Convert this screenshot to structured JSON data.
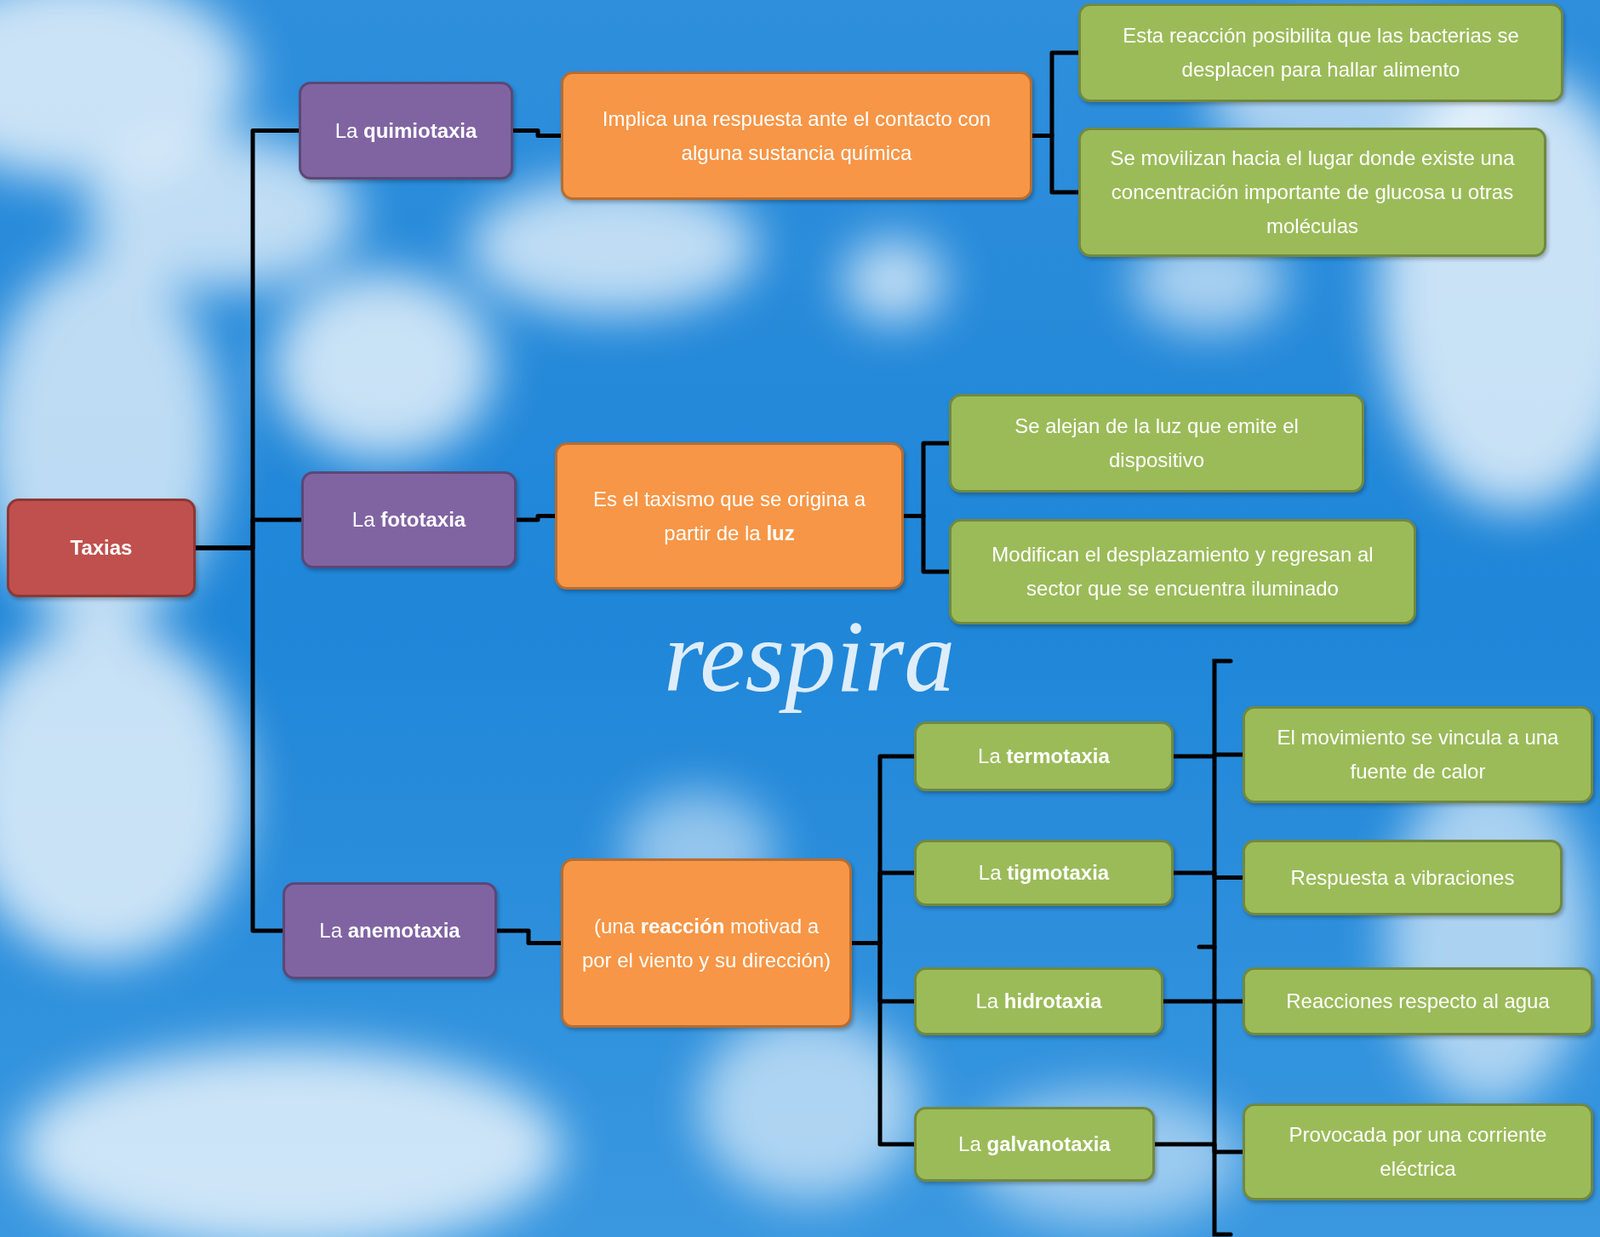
{
  "diagram": {
    "nodes": [
      {
        "text": [
          "Taxias"
        ]
      },
      {
        "text": [
          "La quimiotaxia"
        ]
      },
      {
        "text": [
          "Implica una respuesta ante el contacto con alguna sustancia química"
        ]
      },
      {
        "text": [
          "Esta reacción posibilita que las bacterias se desplacen para hallar alimento"
        ]
      },
      {
        "text": [
          "Se movilizan hacia el lugar donde existe una concentración importante de glucosa u otras moléculas"
        ]
      },
      {
        "text": [
          "La fototaxia"
        ]
      },
      {
        "text": [
          "Es el taxismo que se origina a partir de la luz"
        ]
      },
      {
        "text": [
          "Se alejan de la luz que emite el dispositivo"
        ]
      },
      {
        "text": [
          "Modifican el desplazamiento y regresan al sector que se encuentra iluminado"
        ]
      },
      {
        "text": [
          "La anemotaxia"
        ]
      },
      {
        "text": [
          "(una reacción motivad a por el viento y su dirección)"
        ]
      },
      {
        "text": [
          "La termotaxia"
        ]
      },
      {
        "text": [
          "La tigmotaxia"
        ]
      },
      {
        "text": [
          "La hidrotaxia"
        ]
      },
      {
        "text": [
          "La galvanotaxia"
        ]
      },
      {
        "text": [
          "El movimiento se vincula a una fuente de calor"
        ]
      },
      {
        "text": [
          "Respuesta a vibraciones"
        ]
      },
      {
        "text": [
          "Reacciones respecto al agua"
        ]
      },
      {
        "text": [
          "Provocada por una corriente eléctrica"
        ]
      }
    ],
    "edges": [
      {
        "from": 0,
        "to": 1,
        "arrow": "none"
      },
      {
        "from": 0,
        "to": 5,
        "arrow": "none"
      },
      {
        "from": 0,
        "to": 9,
        "arrow": "none"
      },
      {
        "from": 1,
        "to": 2,
        "arrow": "none"
      },
      {
        "from": 2,
        "to": 3,
        "arrow": "none"
      },
      {
        "from": 2,
        "to": 4,
        "arrow": "none"
      },
      {
        "from": 5,
        "to": 6,
        "arrow": "none"
      },
      {
        "from": 6,
        "to": 7,
        "arrow": "none"
      },
      {
        "from": 6,
        "to": 8,
        "arrow": "none"
      },
      {
        "from": 9,
        "to": 10,
        "arrow": "none"
      },
      {
        "from": 10,
        "to": 11,
        "arrow": "none"
      },
      {
        "from": 10,
        "to": 12,
        "arrow": "none"
      },
      {
        "from": 10,
        "to": 13,
        "arrow": "none"
      },
      {
        "from": 10,
        "to": 14,
        "arrow": "none"
      },
      {
        "from": 11,
        "to": 15,
        "arrow": "none"
      },
      {
        "from": 12,
        "to": 16,
        "arrow": "none"
      },
      {
        "from": 13,
        "to": 17,
        "arrow": "none"
      },
      {
        "from": 14,
        "to": 18,
        "arrow": "none"
      }
    ],
    "labels": [
      "respira"
    ]
  }
}
